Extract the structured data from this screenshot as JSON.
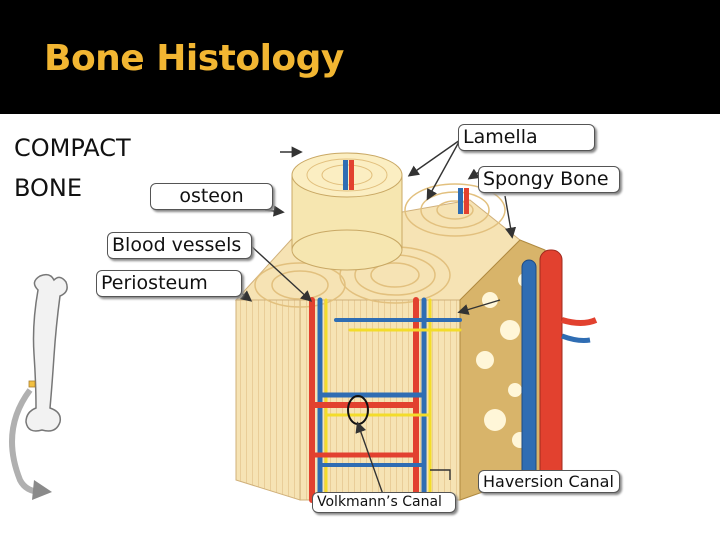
{
  "slide": {
    "title": "Bone Histology",
    "side_label_line1": "COMPACT",
    "side_label_line2": "BONE"
  },
  "labels": {
    "lamella": "Lamella",
    "spongy_bone": "Spongy Bone",
    "osteon": "osteon",
    "blood_vessels": "Blood vessels",
    "periosteum": "Periosteum",
    "haversion_canal": "Haversion Canal",
    "volkmanns_canal": "Volkmann’s Canal"
  },
  "colors": {
    "title": "#f2b632",
    "bone": "#f6e3b4",
    "bone_ring": "#e7c98d",
    "artery": "#e2412f",
    "vein": "#2f6db3",
    "nerve": "#f3dc2a",
    "spongy": "#c9a25a"
  }
}
